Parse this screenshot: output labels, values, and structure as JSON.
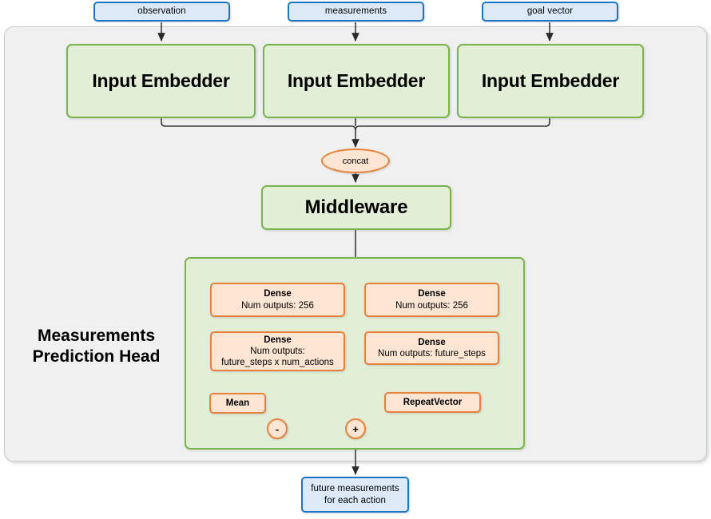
{
  "diagram": {
    "title": "Measurements Prediction Head",
    "inputs": [
      {
        "label": "observation"
      },
      {
        "label": "measurements"
      },
      {
        "label": "goal vector"
      }
    ],
    "embedders": [
      {
        "label": "Input Embedder"
      },
      {
        "label": "Input Embedder"
      },
      {
        "label": "Input Embedder"
      }
    ],
    "concat": {
      "label": "concat"
    },
    "middleware": {
      "label": "Middleware"
    },
    "head": {
      "title_line1": "Measurements",
      "title_line2": "Prediction Head",
      "left_branch": {
        "dense1": {
          "title": "Dense",
          "sub": "Num outputs: 256"
        },
        "dense2": {
          "title": "Dense",
          "sub_line1": "Num outputs:",
          "sub_line2": "future_steps x num_actions"
        },
        "mean": {
          "label": "Mean"
        },
        "minus_op": {
          "label": "-"
        }
      },
      "right_branch": {
        "dense1": {
          "title": "Dense",
          "sub": "Num outputs: 256"
        },
        "dense2": {
          "title": "Dense",
          "sub": "Num outputs: future_steps"
        },
        "repeat": {
          "label": "RepeatVector"
        }
      },
      "plus_op": {
        "label": "+"
      }
    },
    "output": {
      "line1": "future measurements",
      "line2": "for each action"
    },
    "colors": {
      "io_fill": "#dce9f7",
      "io_border": "#1c77c3",
      "module_fill": "#e2eed5",
      "module_border": "#79b44c",
      "op_fill": "#fce5d3",
      "op_border": "#e8813a",
      "container_fill": "#f0f0f0",
      "container_border": "#cccccc",
      "wire": "#3a3a3a"
    }
  }
}
